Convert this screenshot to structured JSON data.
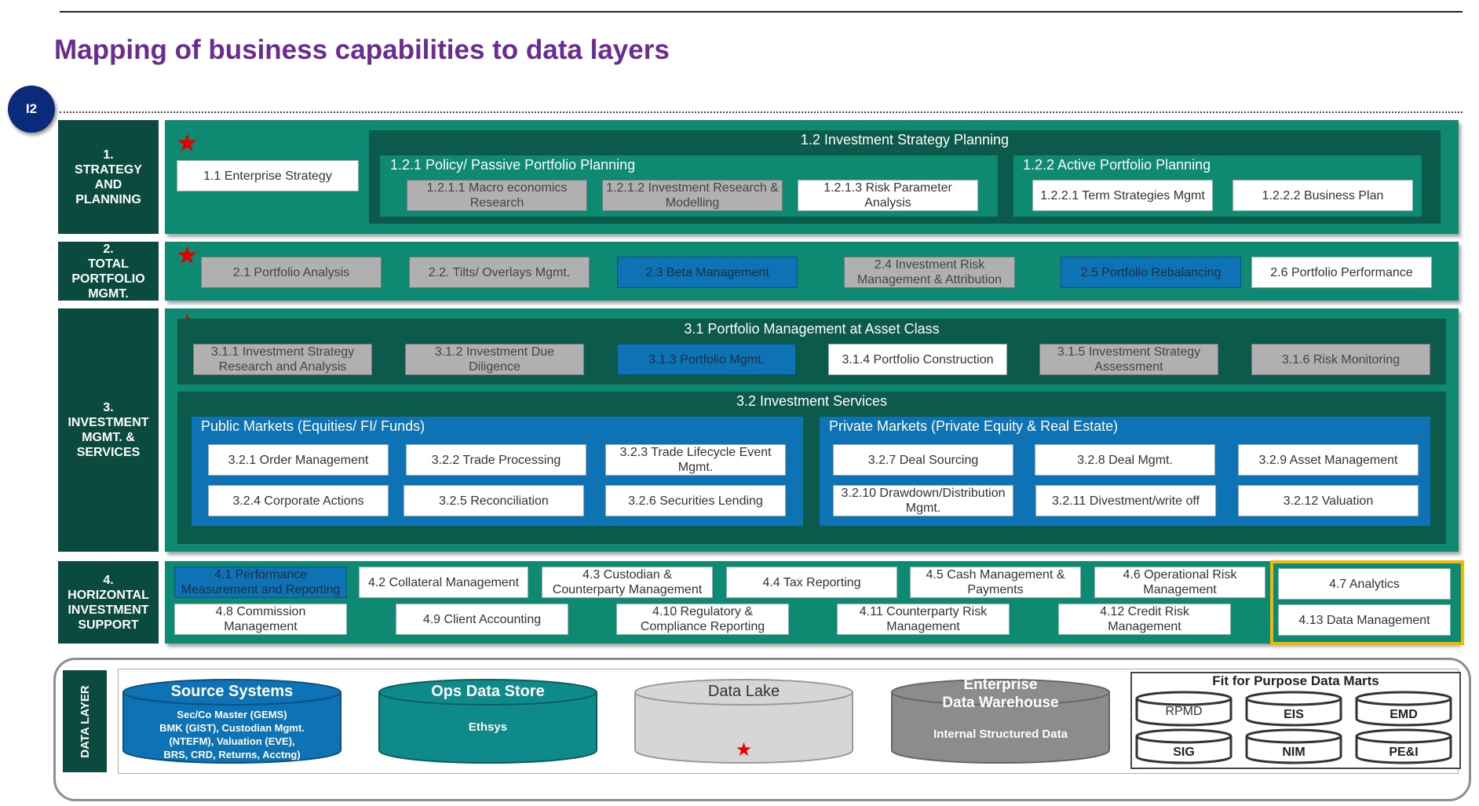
{
  "title": "Mapping of business capabilities to data layers",
  "badge": "I2",
  "rows": {
    "r1": "1.\nSTRATEGY\nAND\nPLANNING",
    "r2": "2.\nTOTAL\nPORTFOLIO\nMGMT.",
    "r3": "3.\nINVESTMENT\nMGMT. &\nSERVICES",
    "r4": "4.\nHORIZONTAL\nINVESTMENT\nSUPPORT"
  },
  "strategy": {
    "enterprise": "1.1 Enterprise Strategy",
    "isp_title": "1.2 Investment Strategy Planning",
    "passive_title": "1.2.1 Policy/ Passive Portfolio Planning",
    "macro": "1.2.1.1 Macro economics Research",
    "invresearch": "1.2.1.2 Investment Research & Modelling",
    "riskparam": "1.2.1.3 Risk Parameter Analysis",
    "active_title": "1.2.2 Active Portfolio Planning",
    "term": "1.2.2.1 Term Strategies Mgmt",
    "bizplan": "1.2.2.2 Business Plan"
  },
  "portfolio": {
    "analysis": "2.1 Portfolio Analysis",
    "tilts": "2.2. Tilts/ Overlays Mgmt.",
    "beta": "2.3 Beta Management",
    "risk": "2.4 Investment Risk Management & Attribution",
    "rebal": "2.5 Portfolio Rebalancing",
    "perf": "2.6 Portfolio Performance"
  },
  "investment": {
    "pm_title": "3.1 Portfolio Management at Asset Class",
    "c311": "3.1.1 Investment Strategy Research and Analysis",
    "c312": "3.1.2 Investment Due Diligence",
    "c313": "3.1.3 Portfolio Mgmt.",
    "c314": "3.1.4 Portfolio Construction",
    "c315": "3.1.5 Investment Strategy Assessment",
    "c316": "3.1.6 Risk Monitoring",
    "svc_title": "3.2 Investment Services",
    "public_title": "Public Markets (Equities/ FI/ Funds)",
    "private_title": "Private Markets (Private Equity & Real Estate)",
    "c321": "3.2.1 Order Management",
    "c322": "3.2.2 Trade Processing",
    "c323": "3.2.3 Trade Lifecycle Event Mgmt.",
    "c324": "3.2.4 Corporate Actions",
    "c325": "3.2.5 Reconciliation",
    "c326": "3.2.6 Securities Lending",
    "c327": "3.2.7 Deal Sourcing",
    "c328": "3.2.8 Deal Mgmt.",
    "c329": "3.2.9 Asset Management",
    "c3210": "3.2.10 Drawdown/Distribution Mgmt.",
    "c3211": "3.2.11 Divestment/write off",
    "c3212": "3.2.12 Valuation"
  },
  "support": {
    "c41": "4.1 Performance Measurement and Reporting",
    "c42": "4.2 Collateral Management",
    "c43": "4.3 Custodian & Counterparty Management",
    "c44": "4.4 Tax Reporting",
    "c45": "4.5 Cash Management & Payments",
    "c46": "4.6 Operational Risk Management",
    "c47": "4.7 Analytics",
    "c48": "4.8 Commission Management",
    "c49": "4.9 Client Accounting",
    "c410": "4.10 Regulatory & Compliance Reporting",
    "c411": "4.11 Counterparty Risk Management",
    "c412": "4.12 Credit Risk Management",
    "c413": "4.13 Data Management"
  },
  "datalayer": {
    "label": "DATA LAYER",
    "source_title": "Source Systems",
    "source_body": "Sec/Co Master (GEMS)\nBMK (GIST), Custodian Mgmt.\n(NTEFM), Valuation (EVE),\nBRS, CRD, Returns, Acctng)",
    "ods_title": "Ops Data Store",
    "ods_body": "Ethsys",
    "lake_title": "Data Lake",
    "edw_title": "Enterprise\nData Warehouse",
    "edw_body": "Internal Structured Data",
    "marts_title": "Fit for Purpose Data Marts",
    "marts": [
      "RPMD",
      "EIS",
      "EMD",
      "SIG",
      "NIM",
      "PE&I"
    ]
  },
  "colors": {
    "title": "#6b2c91",
    "teal": "#0f8a72",
    "dark_green": "#0b4a3e",
    "blue": "#0e73b5",
    "highlight": "#f2b705",
    "star": "#e50000"
  },
  "icons": {
    "star": "★"
  }
}
